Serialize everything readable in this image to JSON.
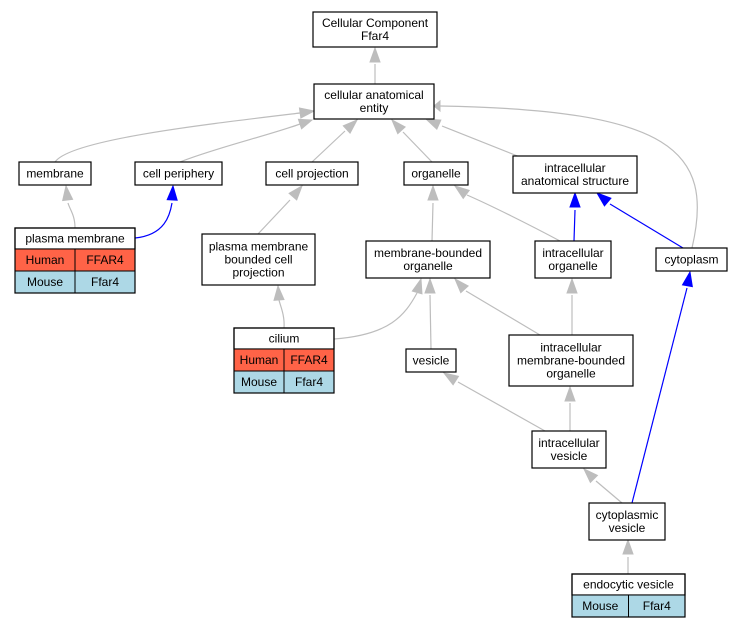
{
  "colors": {
    "human": "#ff6347",
    "mouse": "#add8e6",
    "edge_gray": "#bdbdbd",
    "edge_blue": "#0000ff"
  },
  "nodes": {
    "root": [
      "Cellular Component",
      "Ffar4"
    ],
    "cae": [
      "cellular anatomical",
      "entity"
    ],
    "membrane": [
      "membrane"
    ],
    "cell_periphery": [
      "cell periphery"
    ],
    "cell_projection": [
      "cell projection"
    ],
    "organelle": [
      "organelle"
    ],
    "intracellular_structure": [
      "intracellular",
      "anatomical structure"
    ],
    "plasma_membrane": [
      "plasma membrane"
    ],
    "pm_bounded_projection": [
      "plasma membrane",
      "bounded cell",
      "projection"
    ],
    "membrane_bounded_organelle": [
      "membrane-bounded",
      "organelle"
    ],
    "intracellular_organelle": [
      "intracellular",
      "organelle"
    ],
    "cytoplasm": [
      "cytoplasm"
    ],
    "cilium": [
      "cilium"
    ],
    "vesicle": [
      "vesicle"
    ],
    "intracellular_mbo": [
      "intracellular",
      "membrane-bounded",
      "organelle"
    ],
    "intracellular_vesicle": [
      "intracellular",
      "vesicle"
    ],
    "cytoplasmic_vesicle": [
      "cytoplasmic",
      "vesicle"
    ],
    "endocytic_vesicle": [
      "endocytic vesicle"
    ]
  },
  "annotations": {
    "plasma_membrane": [
      {
        "species": "Human",
        "gene": "FFAR4"
      },
      {
        "species": "Mouse",
        "gene": "Ffar4"
      }
    ],
    "cilium": [
      {
        "species": "Human",
        "gene": "FFAR4"
      },
      {
        "species": "Mouse",
        "gene": "Ffar4"
      }
    ],
    "endocytic_vesicle": [
      {
        "species": "Mouse",
        "gene": "Ffar4"
      }
    ]
  }
}
